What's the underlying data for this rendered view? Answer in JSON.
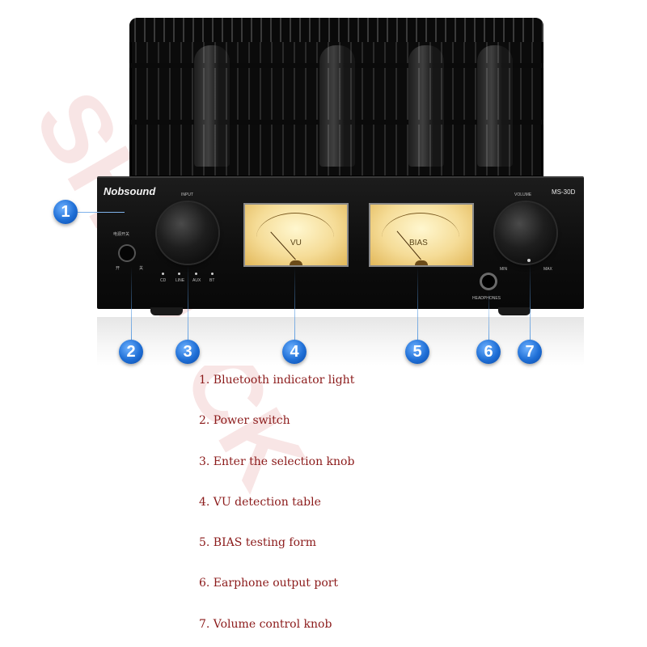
{
  "product": {
    "brand": "Nobsound",
    "model": "MS-30D",
    "panel_labels": {
      "input": "INPUT",
      "volume": "VOLUME",
      "headphones": "HEADPHONES",
      "power": "电源开关",
      "power_on": "开",
      "power_off": "关",
      "input_options": [
        "CD",
        "LINE",
        "AUX",
        "BT"
      ],
      "vol_min": "MIN",
      "vol_max": "MAX"
    },
    "meters": {
      "vu_label": "VU",
      "bias_label": "BIAS"
    }
  },
  "callouts": [
    "1",
    "2",
    "3",
    "4",
    "5",
    "6",
    "7"
  ],
  "legend": [
    "1. Bluetooth indicator light",
    "2. Power switch",
    "3. Enter the selection knob",
    "4. VU detection table",
    "5. BIAS testing form",
    "6. Earphone output port",
    "7. Volume control knob"
  ],
  "colors": {
    "callout_blue": "#1f6fd6",
    "legend_text": "#8b1a1a",
    "chassis": "#0d0d0d",
    "meter_face": "#f5dc97"
  }
}
